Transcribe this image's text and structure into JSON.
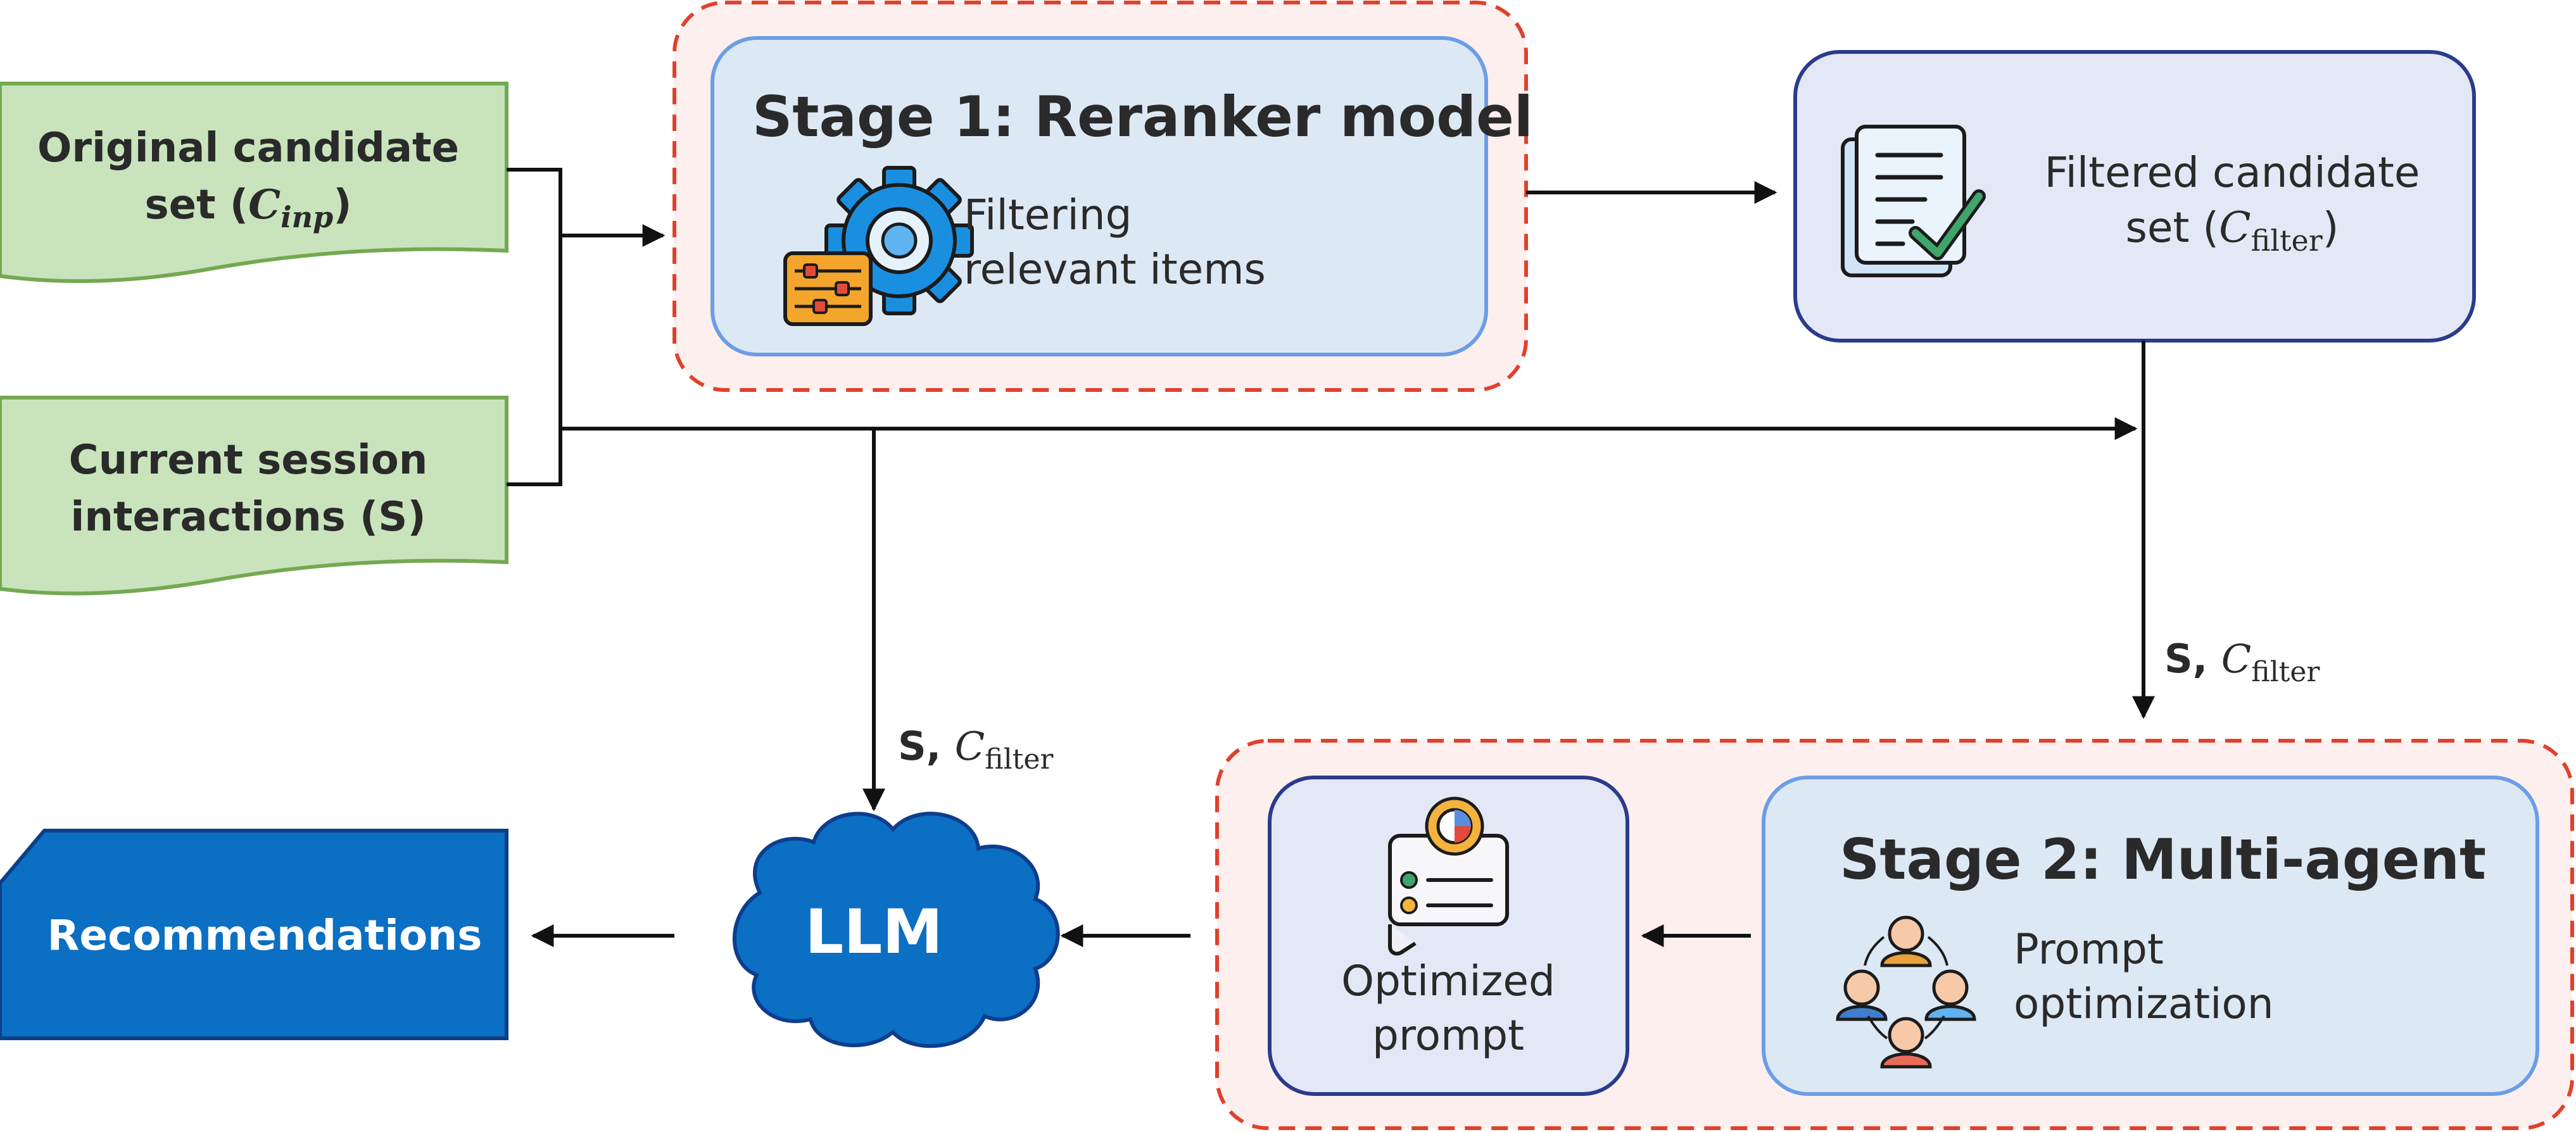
{
  "inputs": {
    "candidate": {
      "line1": "Original candidate",
      "line2_prefix": "set (",
      "math_letter": "C",
      "math_sub": "inp",
      "line2_suffix": ")"
    },
    "session": {
      "line1": "Current session",
      "line2": "interactions (S)"
    }
  },
  "stage1": {
    "title": "Stage 1: Reranker model",
    "desc_line1": "Filtering",
    "desc_line2": "relevant items",
    "icon": "gear-settings-icon"
  },
  "filtered": {
    "line1": "Filtered candidate",
    "line2_prefix": "set (",
    "math_letter": "C",
    "math_sub": "filter",
    "line2_suffix": ")",
    "icon": "checked-document-icon"
  },
  "edge_labels": {
    "right": {
      "prefix": "S, ",
      "math_letter": "C",
      "math_sub": "filter"
    },
    "left": {
      "prefix": "S, ",
      "math_letter": "C",
      "math_sub": "filter"
    }
  },
  "stage2": {
    "title": "Stage 2: Multi-agent",
    "desc_line1": "Prompt",
    "desc_line2": "optimization",
    "icon": "agents-cycle-icon"
  },
  "optimized": {
    "line1": "Optimized",
    "line2": "prompt",
    "icon": "prompt-document-icon"
  },
  "llm": {
    "label": "LLM"
  },
  "output": {
    "label": "Recommendations"
  },
  "colors": {
    "input_fill": "#c9e4bc",
    "input_stroke": "#74a952",
    "stage_fill": "#dde8f5",
    "stage_stroke": "#6c9de6",
    "dashed_stroke": "#e0412c",
    "dashed_fill": "#fdefee",
    "filtered_fill": "#e4e8f6",
    "filtered_stroke": "#2b3b8c",
    "llm_fill": "#0b6fc4",
    "llm_stroke": "#0e3d8d",
    "output_fill": "#0b6fc4",
    "output_stroke": "#0c3f86"
  }
}
